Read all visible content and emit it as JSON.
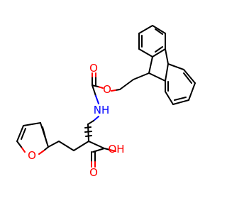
{
  "molecule": {
    "atom_labels": {
      "carbonyl_oxygen": "O",
      "ester_oxygen": "O",
      "amide_nitrogen": "NH",
      "acid_hydroxyl": "OH",
      "acid_carbonyl_oxygen": "O",
      "furan_oxygen": "O"
    }
  },
  "colors": {
    "bond": "#000000",
    "oxygen": "#ff0000",
    "nitrogen": "#0000ff",
    "background": "#ffffff"
  }
}
